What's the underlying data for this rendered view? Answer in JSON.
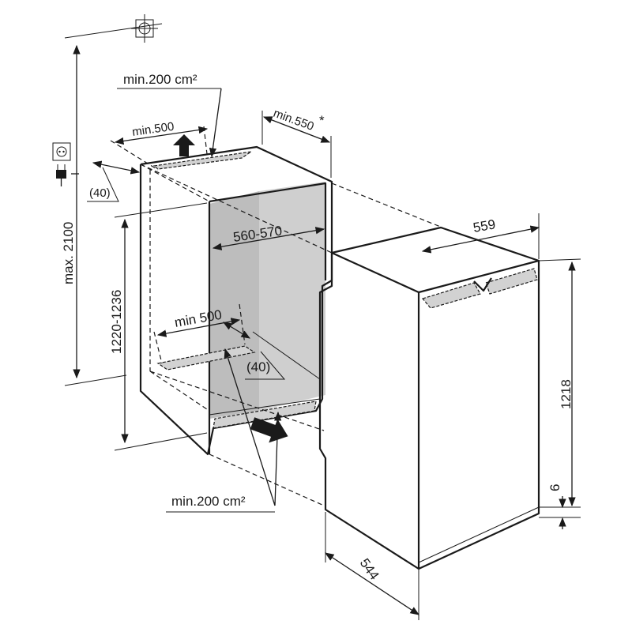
{
  "labels": {
    "vent_top_area": "min.200 cm²",
    "depth_top": "min.550",
    "depth_top_mark": "*",
    "width_top": "min.500",
    "offset_top": "(40)",
    "max_height": "max. 2100",
    "niche_height": "1220-1236",
    "niche_width": "560-570",
    "width_bottom": "min 500",
    "offset_bottom": "(40)",
    "vent_bottom_area": "min.200 cm²",
    "appliance_width": "559",
    "appliance_height": "1218",
    "appliance_foot": "6",
    "appliance_depth": "544"
  },
  "colors": {
    "line": "#1a1a1a",
    "niche_back": "#bdbdbd",
    "niche_side": "#cfcfcf",
    "vent_fill": "#d2d2d2"
  },
  "icons": [
    "crosshair-symbol-icon",
    "power-socket-icon",
    "power-plug-icon",
    "airflow-arrow-icon"
  ]
}
